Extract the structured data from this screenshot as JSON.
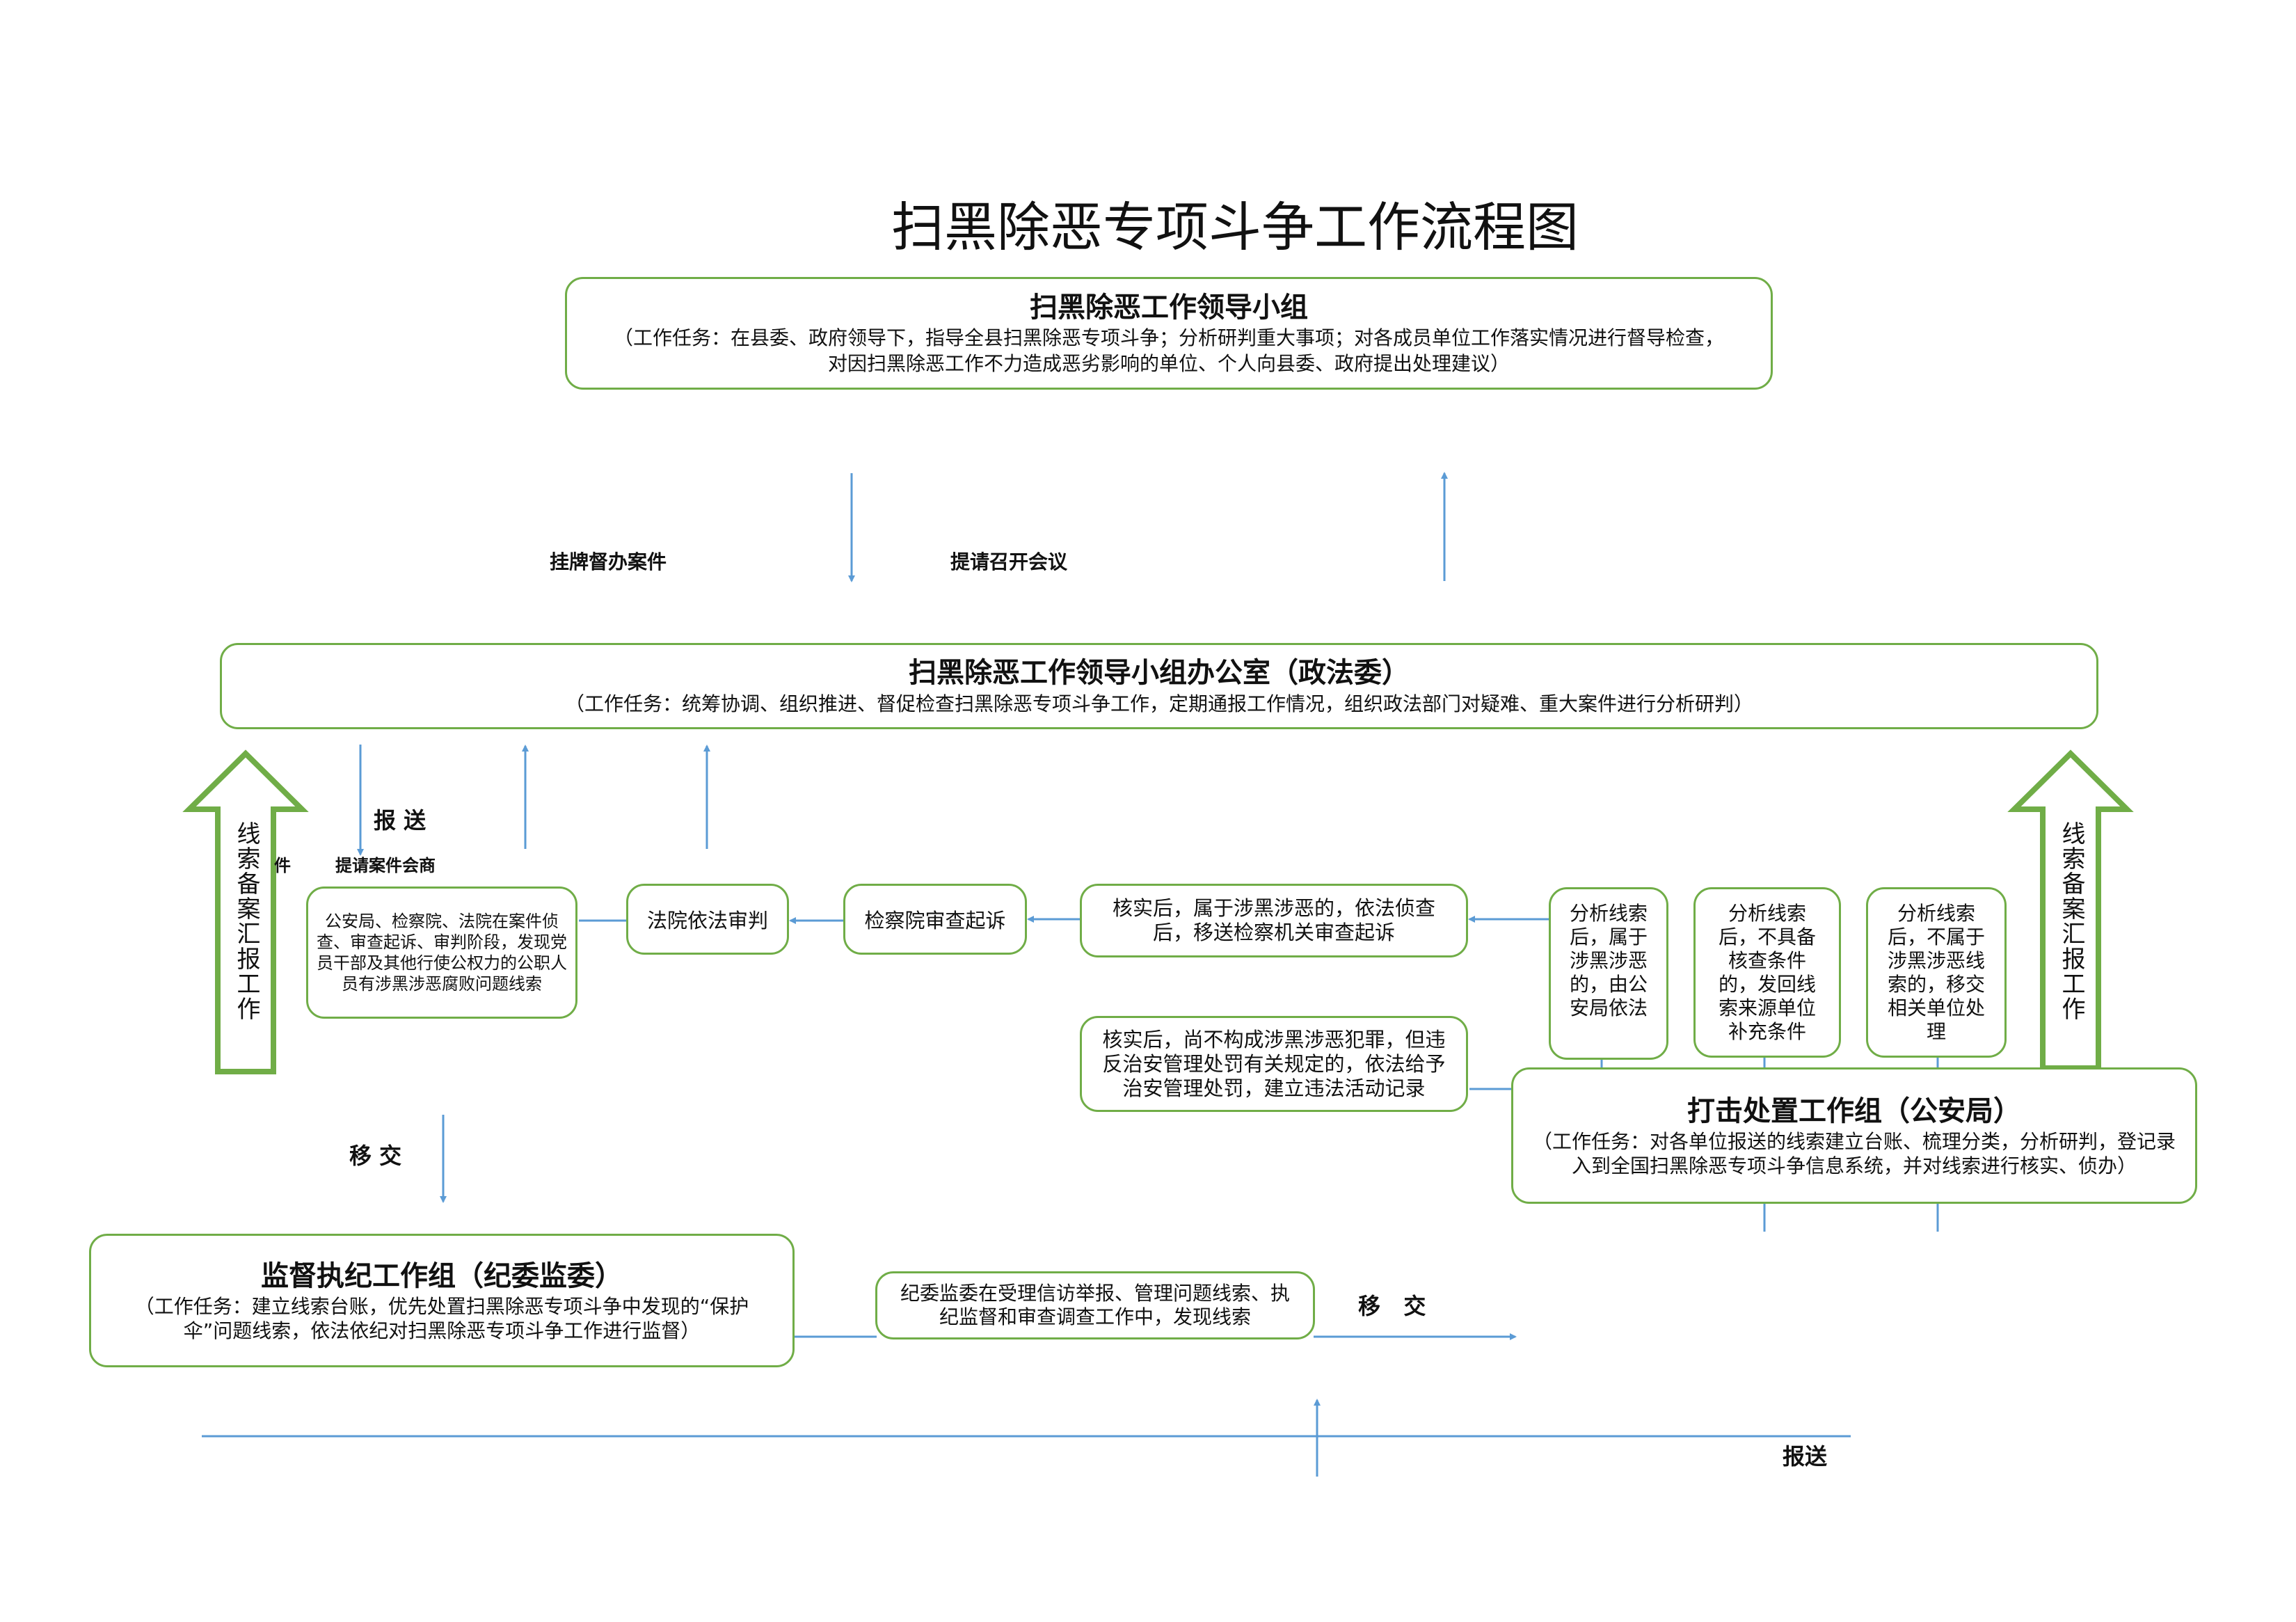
{
  "title": "扫黑除恶专项斗争工作流程图",
  "leader_group": {
    "title": "扫黑除恶工作领导小组",
    "desc_line1": "（工作任务：在县委、政府领导下，指导全县扫黑除恶专项斗争；分析研判重大事项；对各成员单位工作落实情况进行督导检查，",
    "desc_line2": "对因扫黑除恶工作不力造成恶劣影响的单位、个人向县委、政府提出处理建议）"
  },
  "office": {
    "title": "扫黑除恶工作领导小组办公室（政法委）",
    "desc": "（工作任务：统筹协调、组织推进、督促检查扫黑除恶专项斗争工作，定期通报工作情况，组织政法部门对疑难、重大案件进行分析研判）"
  },
  "labels": {
    "gua_pai": "挂牌督办案件",
    "ti_qing_hui_yi": "提请召开会议",
    "bao_song_left": "报 送",
    "ti_qing_an_jian": "提请案件会商",
    "jian_partial": "件",
    "yi_jiao_left": "移 交",
    "yi_jiao_mid": "移   交",
    "bao_song_bottom": "报送"
  },
  "side_arrows": {
    "left_text": "线索备案汇报工作",
    "right_text": "线索备案汇报工作"
  },
  "flow_boxes": {
    "gongjian": "公安局、检察院、法院在案件侦查、审查起诉、审判阶段，发现党员干部及其他行使公权力的公职人员有涉黑涉恶腐败问题线索",
    "fayuan": "法院依法审判",
    "jianchayuan": "检察院审查起诉",
    "heshi_1": "核实后，属于涉黑涉恶的，依法侦查后，移送检察机关审查起诉",
    "heshi_2": "核实后，尚不构成涉黑涉恶犯罪，但违反治安管理处罚有关规定的，依法给予治安管理处罚，建立违法活动记录",
    "fenxi_1": "分析线索后，属于涉黑涉恶的，由公安局依法",
    "fenxi_2": "分析线索后，不具备核查条件的，发回线索来源单位补充条件",
    "fenxi_3": "分析线索后，不属于涉黑涉恶线索的，移交相关单位处理",
    "jiwei_find": "纪委监委在受理信访举报、管理问题线索、执纪监督和审查调查工作中，发现线索"
  },
  "strike_group": {
    "title": "打击处置工作组（公安局）",
    "desc": "（工作任务：对各单位报送的线索建立台账、梳理分类，分析研判，登记录入到全国扫黑除恶专项斗争信息系统，并对线索进行核实、侦办）"
  },
  "supervise_group": {
    "title": "监督执纪工作组（纪委监委）",
    "desc": "（工作任务：建立线索台账，优先处置扫黑除恶专项斗争中发现的“保护伞”问题线索，依法依纪对扫黑除恶专项斗争工作进行监督）"
  },
  "colors": {
    "box_border": "#70ad47",
    "arrow": "#5b9bd5",
    "side_arrow": "#70ad47"
  }
}
